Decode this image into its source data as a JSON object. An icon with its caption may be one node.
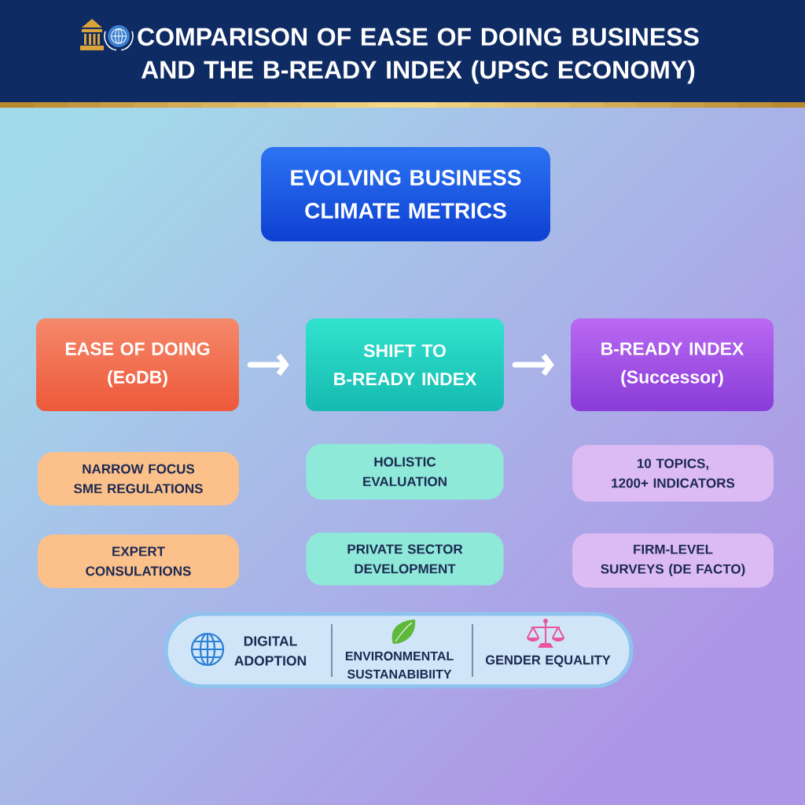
{
  "diagram": {
    "title": "COMPARISON OF EASE OF DOING BUSINESS AND THE B-READY INDEX (UPSC ECONOMY)",
    "nodes": [
      {
        "text": [
          "EVOLVING BUSINESS CLIMATE METRICS"
        ]
      },
      {
        "text": [
          "EASE OF DOING (EoDB)"
        ]
      },
      {
        "text": [
          "SHIFT TO B-READY INDEX"
        ]
      },
      {
        "text": [
          "B-READY INDEX (Successor)"
        ]
      },
      {
        "text": [
          "NARROW FOCUS SME REGULATIONS"
        ]
      },
      {
        "text": [
          "HOLISTIC EVALUATION"
        ]
      },
      {
        "text": [
          "10 TOPICS, 1200+ INDICATORS"
        ]
      },
      {
        "text": [
          "EXPERT CONSULATIONS"
        ]
      },
      {
        "text": [
          "PRIVATE SECTOR DEVELOPMENT"
        ]
      },
      {
        "text": [
          "FIRM-LEVEL SURVEYS (DE FACTO)"
        ]
      },
      {
        "text": [
          "DIGITAL ADOPTION",
          "ENVIRONMENTAL SUSTANABIBIITY",
          "GENDER EQUALITY"
        ]
      }
    ],
    "edges": [
      {
        "from": 1,
        "to": 2,
        "arrow": "to"
      },
      {
        "from": 2,
        "to": 3,
        "arrow": "to"
      }
    ]
  }
}
